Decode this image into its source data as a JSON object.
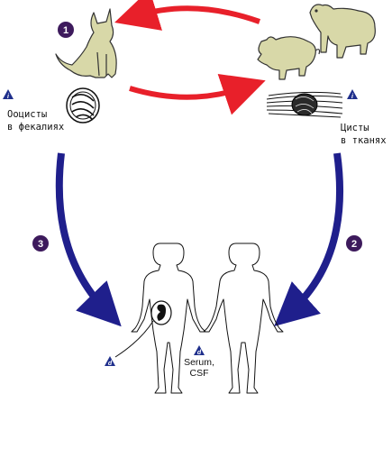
{
  "steps": {
    "s1": "1",
    "s2": "2",
    "s3": "3"
  },
  "stage_markers": {
    "i": "i",
    "d": "d"
  },
  "labels": {
    "oocysts_line1": "Ооцисты",
    "oocysts_line2": "в фекалиях",
    "cysts_line1": "Цисты",
    "cysts_line2": "в тканях",
    "serum_line1": "Serum,",
    "serum_line2": "CSF"
  },
  "colors": {
    "red_arrow": "#e8202a",
    "blue_arrow": "#1f1f8c",
    "step_circle": "#3d1a5c",
    "marker": "#1f2f8c",
    "animal": "#d8d8a8"
  }
}
